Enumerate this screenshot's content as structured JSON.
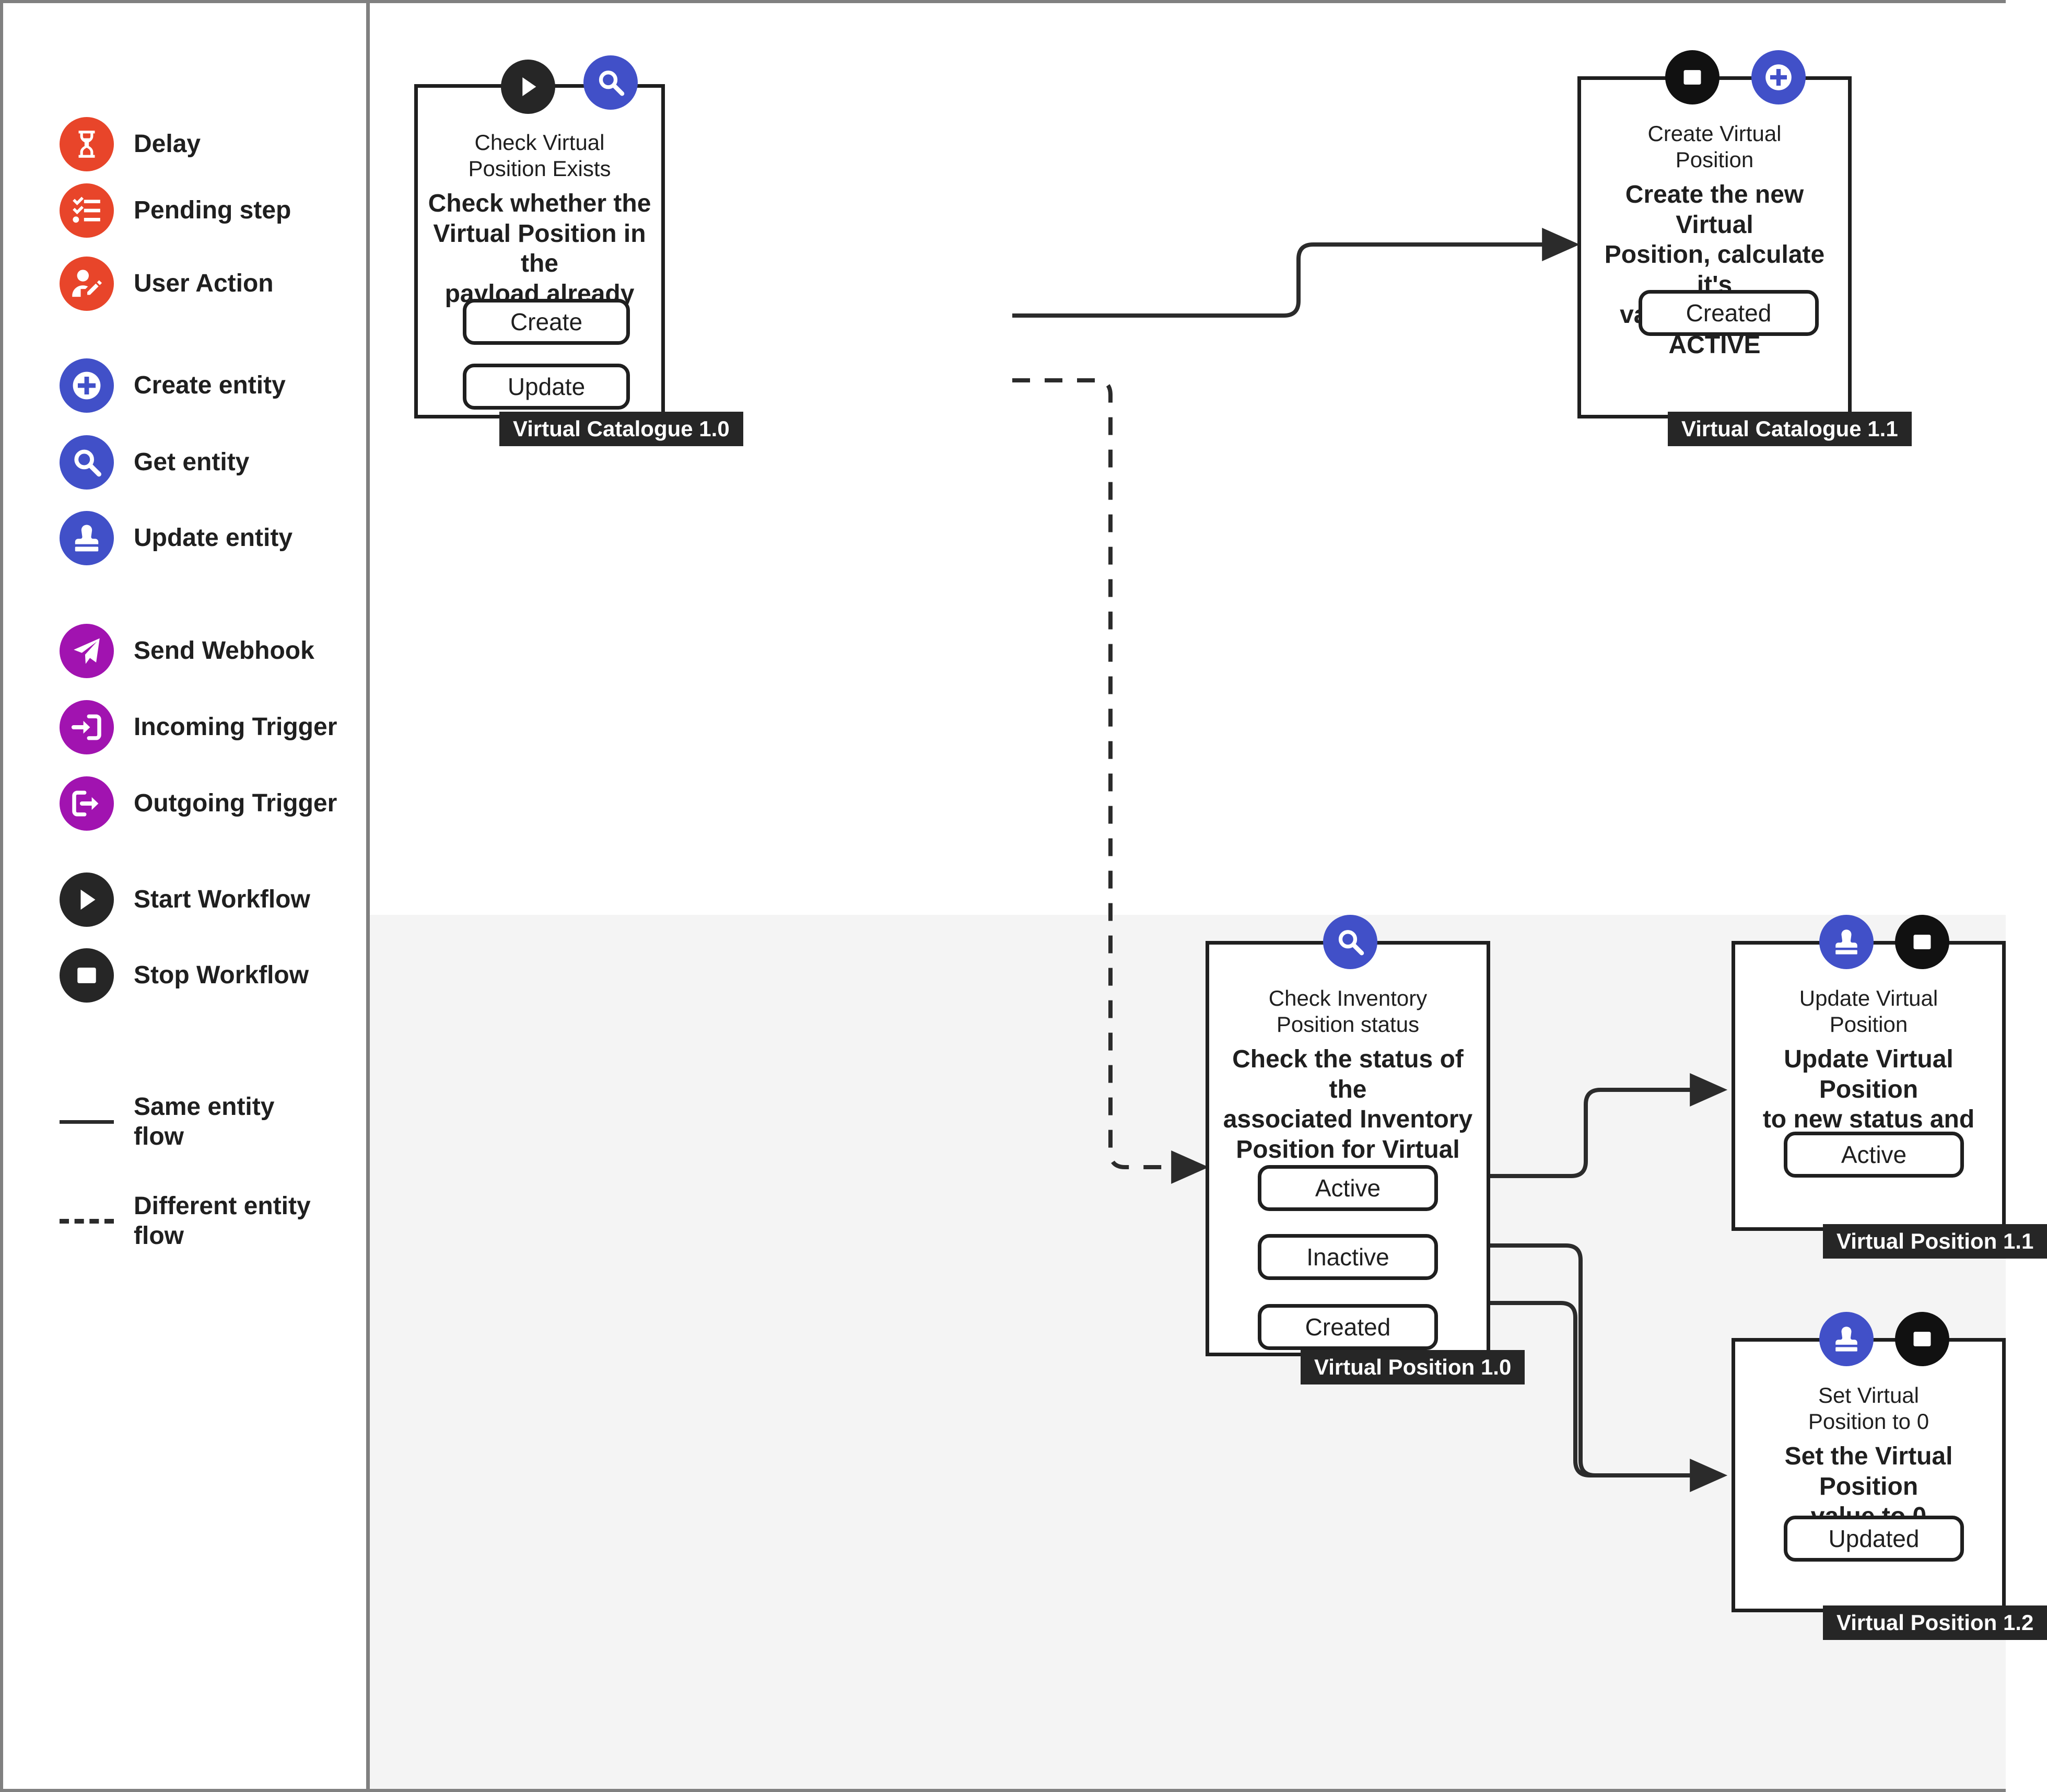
{
  "colors": {
    "orange": "#e8452a",
    "blue": "#4150c8",
    "purple": "#a113b0",
    "dark": "#262626",
    "band": "#f4f4f4",
    "border": "#808080"
  },
  "legend": {
    "items": [
      {
        "label": "Delay",
        "icon": "hourglass-icon",
        "color_key": "orange",
        "kind": "icon"
      },
      {
        "label": "Pending step",
        "icon": "checklist-icon",
        "color_key": "orange",
        "kind": "icon"
      },
      {
        "label": "User Action",
        "icon": "user-edit-icon",
        "color_key": "orange",
        "kind": "icon"
      },
      {
        "label": "Create entity",
        "icon": "plus-circle-icon",
        "color_key": "blue",
        "kind": "icon"
      },
      {
        "label": "Get entity",
        "icon": "magnifier-icon",
        "color_key": "blue",
        "kind": "icon"
      },
      {
        "label": "Update entity",
        "icon": "stamp-icon",
        "color_key": "blue",
        "kind": "icon"
      },
      {
        "label": "Send Webhook",
        "icon": "paper-plane-icon",
        "color_key": "purple",
        "kind": "icon"
      },
      {
        "label": "Incoming Trigger",
        "icon": "arrow-into-box-icon",
        "color_key": "purple",
        "kind": "icon"
      },
      {
        "label": "Outgoing Trigger",
        "icon": "arrow-out-of-box-icon",
        "color_key": "purple",
        "kind": "icon"
      },
      {
        "label": "Start Workflow",
        "icon": "play-icon",
        "color_key": "dark",
        "kind": "icon"
      },
      {
        "label": "Stop Workflow",
        "icon": "stop-icon",
        "color_key": "dark",
        "kind": "icon"
      },
      {
        "label": "Same entity\nflow",
        "icon": "solid-line-icon",
        "color_key": "dark",
        "kind": "solid"
      },
      {
        "label": "Different entity\nflow",
        "icon": "dashed-line-icon",
        "color_key": "dark",
        "kind": "dashed"
      }
    ]
  },
  "nodes": [
    {
      "id": "check-virtual-position-exists",
      "title": "Check Virtual\nPosition Exists",
      "description": "Check whether the\nVirtual Position in the\npayload already exists",
      "version": "Virtual Catalogue 1.0",
      "badges": [
        {
          "icon": "play-icon",
          "color_key": "dark"
        },
        {
          "icon": "magnifier-icon",
          "color_key": "blue"
        }
      ],
      "outputs": [
        "Create",
        "Update"
      ]
    },
    {
      "id": "create-virtual-position",
      "title": "Create Virtual\nPosition",
      "description": "Create the new Virtual\nPosition, calculate it's\nvalue and set to ACTIVE",
      "version": "Virtual Catalogue 1.1",
      "badges": [
        {
          "icon": "stop-icon",
          "color_key": "dark"
        },
        {
          "icon": "plus-circle-icon",
          "color_key": "blue"
        }
      ],
      "outputs": [
        "Created"
      ]
    },
    {
      "id": "check-inventory-position-status",
      "title": "Check Inventory\nPosition status",
      "description": "Check the status of the\nassociated Inventory\nPosition for Virtual\nPosition status",
      "version": "Virtual Position 1.0",
      "badges": [
        {
          "icon": "magnifier-icon",
          "color_key": "blue"
        }
      ],
      "outputs": [
        "Active",
        "Inactive",
        "Created"
      ]
    },
    {
      "id": "update-virtual-position",
      "title": "Update Virtual\nPosition",
      "description": "Update Virtual Position\nto new status and value",
      "version": "Virtual Position 1.1",
      "badges": [
        {
          "icon": "stamp-icon",
          "color_key": "blue"
        },
        {
          "icon": "stop-icon",
          "color_key": "dark"
        }
      ],
      "outputs": [
        "Active"
      ]
    },
    {
      "id": "set-virtual-position-to-0",
      "title": "Set Virtual\nPosition to 0",
      "description": "Set the Virtual Position\nvalue to 0",
      "version": "Virtual Position 1.2",
      "badges": [
        {
          "icon": "stamp-icon",
          "color_key": "blue"
        },
        {
          "icon": "stop-icon",
          "color_key": "dark"
        }
      ],
      "outputs": [
        "Updated"
      ]
    }
  ],
  "connections": [
    {
      "from": "check-virtual-position-exists.Create",
      "to": "create-virtual-position",
      "style": "solid"
    },
    {
      "from": "check-virtual-position-exists.Update",
      "to": "check-inventory-position-status",
      "style": "dashed"
    },
    {
      "from": "check-inventory-position-status.Active",
      "to": "update-virtual-position",
      "style": "solid"
    },
    {
      "from": "check-inventory-position-status.Inactive",
      "to": "set-virtual-position-to-0",
      "style": "solid"
    },
    {
      "from": "check-inventory-position-status.Created",
      "to": "set-virtual-position-to-0",
      "style": "solid"
    }
  ]
}
